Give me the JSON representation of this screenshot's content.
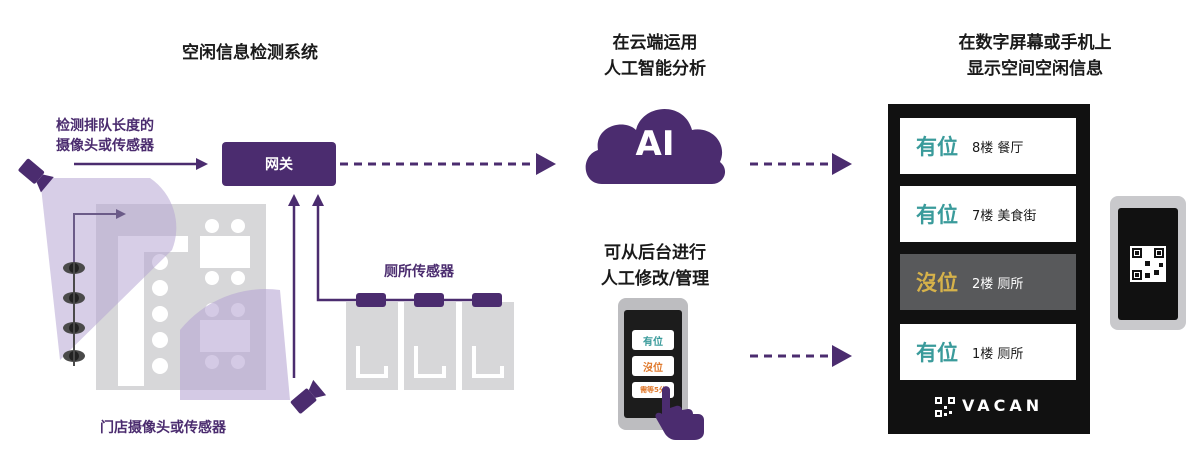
{
  "titles": {
    "detection_system": "空闲信息检测系统",
    "cloud_line1": "在云端运用",
    "cloud_line2": "人工智能分析",
    "display_line1": "在数字屏幕或手机上",
    "display_line2": "显示空间空闲信息",
    "backend_line1": "可从后台进行",
    "backend_line2": "人工修改/管理"
  },
  "labels": {
    "queue_sensor_line1": "检测排队长度的",
    "queue_sensor_line2": "摄像头或传感器",
    "gateway": "网关",
    "toilet_sensor": "厕所传感器",
    "store_sensor": "门店摄像头或传感器",
    "cloud_ai": "AI",
    "brand": "VACAN"
  },
  "signage": [
    {
      "status": "有位",
      "location": "8楼 餐厅",
      "style": "available"
    },
    {
      "status": "有位",
      "location": "7楼 美食街",
      "style": "available"
    },
    {
      "status": "沒位",
      "location": "2楼 厕所",
      "style": "full"
    },
    {
      "status": "有位",
      "location": "1楼 厕所",
      "style": "available"
    }
  ],
  "phone_screen": {
    "chip1": "有位",
    "chip2": "沒位",
    "chip3": "需等5分"
  },
  "colors": {
    "purple": "#4b2c6f",
    "light_purple": "#b7a6d3",
    "teal": "#3a9b9b",
    "gold": "#d6b24a",
    "grey": "#d7d7d9",
    "black": "#111111"
  },
  "icons": [
    "camera-icon",
    "cloud-icon",
    "qr-code-icon",
    "hand-icon",
    "toilet-icon",
    "person-icon"
  ]
}
